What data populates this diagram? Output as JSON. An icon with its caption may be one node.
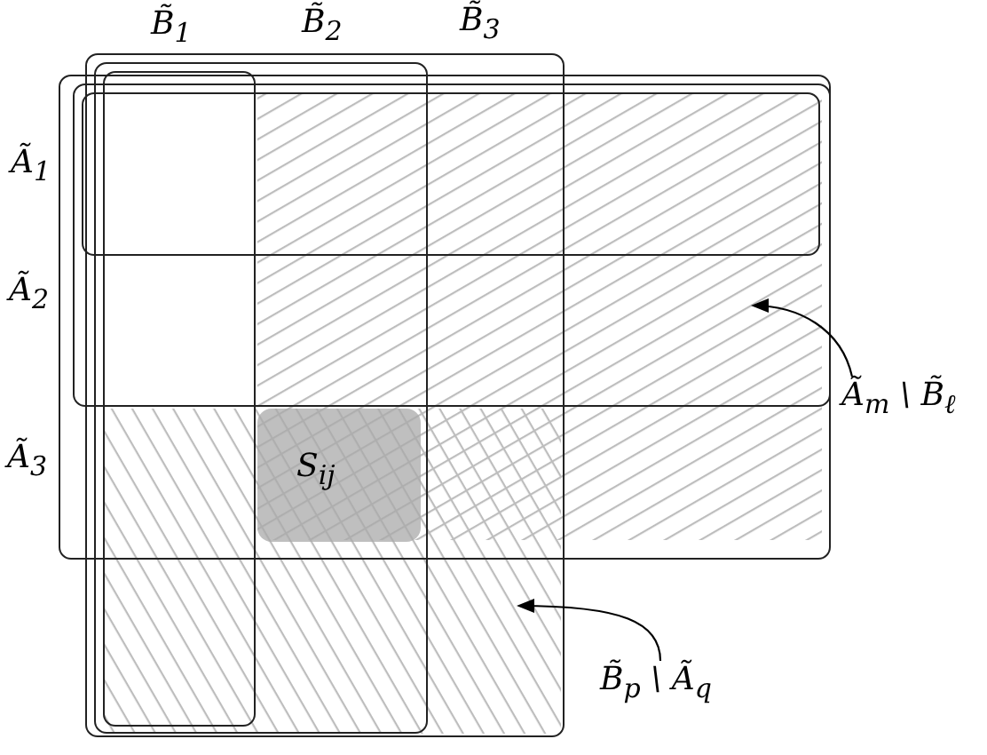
{
  "diagram": {
    "nodes": [
      {
        "text": [
          "Ã$_{3}$"
        ]
      },
      {
        "text": [
          "Ã$_{2}$"
        ],
        "in": 0
      },
      {
        "text": [
          "Ã$_{1}$"
        ],
        "in": 1
      },
      {
        "text": [
          "B̃$_{3}$"
        ]
      },
      {
        "text": [
          "B̃$_{2}$"
        ],
        "in": 3
      },
      {
        "text": [
          "B̃$_{1}$"
        ],
        "in": 4
      },
      {
        "text": [
          "S$_{ij}$"
        ]
      },
      {
        "text": [
          "Ã$_{m}$ \\ B̃$_{ℓ}$"
        ]
      },
      {
        "text": [
          "B̃$_{p}$ \\ Ã$_{q}$"
        ]
      }
    ],
    "edges": [
      {
        "from": 7,
        "to": null,
        "arrow": "to"
      },
      {
        "from": 8,
        "to": null,
        "arrow": "to"
      }
    ]
  }
}
